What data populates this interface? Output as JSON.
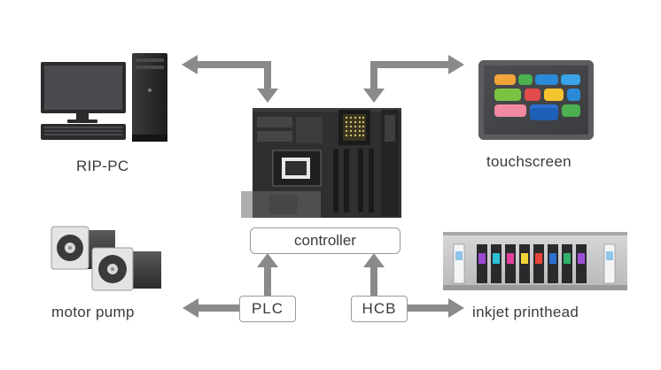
{
  "nodes": {
    "rip_pc": "RIP-PC",
    "touchscreen": "touchscreen",
    "controller": "controller",
    "motor_pump": "motor pump",
    "inkjet_printhead": "inkjet printhead",
    "plc": "PLC",
    "hcb": "HCB"
  },
  "colors": {
    "arrow": "#8a8a8a",
    "text": "#3a3a3a",
    "board": "#2f2f31",
    "screen_bg": "#5a5c60"
  },
  "icons": [
    "desktop-computer-icon",
    "touchscreen-tablet-icon",
    "motherboard-icon",
    "servo-motor-icon",
    "printhead-assembly-icon"
  ]
}
